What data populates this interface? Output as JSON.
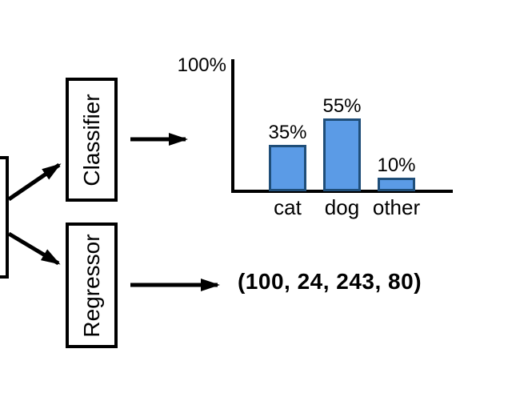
{
  "diagram": {
    "classifier_label": "Classifier",
    "regressor_label": "Regressor",
    "regressor_output": "(100, 24, 243, 80)"
  },
  "chart_data": {
    "type": "bar",
    "title": "",
    "categories": [
      "cat",
      "dog",
      "other"
    ],
    "values": [
      35,
      55,
      10
    ],
    "value_labels": [
      "35%",
      "55%",
      "10%"
    ],
    "y_axis_top_label": "100%",
    "ylim": [
      0,
      100
    ],
    "grid": false,
    "legend": false,
    "bar_fill_color": "#5B9BE6",
    "bar_border_color": "#1F4E79",
    "axis_color": "#000000"
  }
}
